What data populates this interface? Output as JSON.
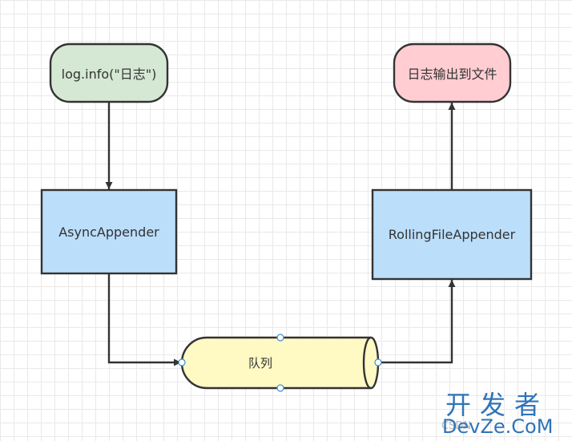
{
  "nodes": {
    "log_call": {
      "label": "log.info(\"日志\")"
    },
    "async_appender": {
      "label": "AsyncAppender"
    },
    "queue": {
      "label": "队列"
    },
    "rolling_appender": {
      "label": "RollingFileAppender"
    },
    "output_file": {
      "label": "日志输出到文件"
    }
  },
  "watermark": {
    "brand_cn": "开发者",
    "brand_en": "DevZe.CoM",
    "csdn": "CSDN"
  },
  "colors": {
    "green_fill": "#d5e8d4",
    "pink_fill": "#ffcdd2",
    "blue_fill": "#bbdefb",
    "yellow_fill": "#fff9c4",
    "stroke": "#333333",
    "grid": "#e9e9e9",
    "handle": "#3a8fd6"
  }
}
